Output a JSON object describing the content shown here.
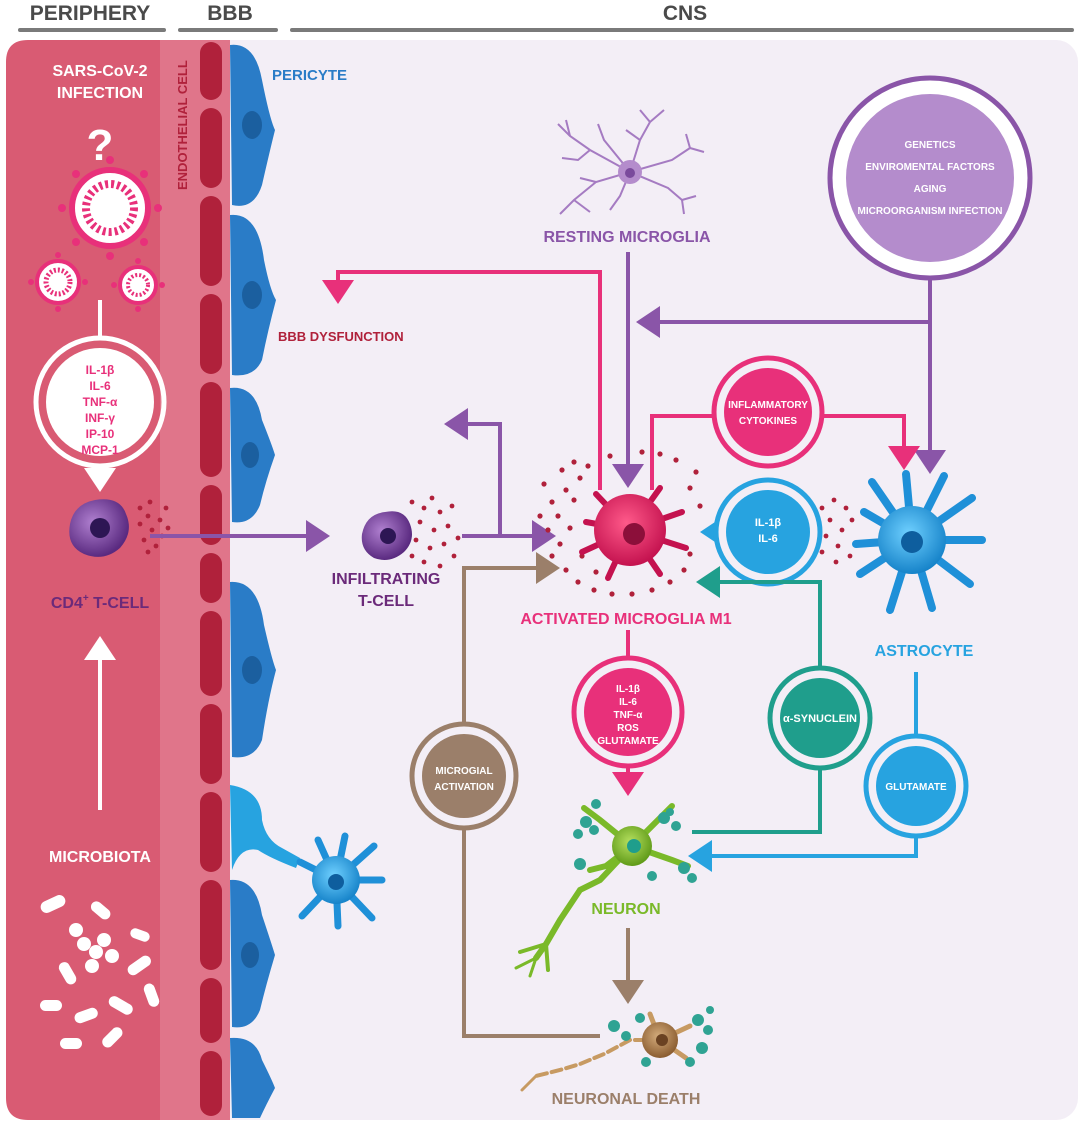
{
  "headers": {
    "periphery": "PERIPHERY",
    "bbb": "BBB",
    "cns": "CNS"
  },
  "labels": {
    "sars_line1": "SARS-CoV-2",
    "sars_line2": "INFECTION",
    "question_mark": "?",
    "endothelial": "ENDOTHELIAL CELL",
    "pericyte": "PERICYTE",
    "cd4_main": "CD4",
    "cd4_sup": "+",
    "cd4_rest": " T-CELL",
    "microbiota": "MICROBIOTA",
    "infiltrating_line1": "INFILTRATING",
    "infiltrating_line2": "T-CELL",
    "bbb_dysfunction": "BBB DYSFUNCTION",
    "resting_microglia": "RESTING MICROGLIA",
    "activated_microglia": "ACTIVATED MICROGLIA M1",
    "astrocyte": "ASTROCYTE",
    "neuron": "NEURON",
    "neuronal_death": "NEURONAL DEATH"
  },
  "cytokine_list": [
    "IL-1β",
    "IL-6",
    "TNF-α",
    "INF-γ",
    "IP-10",
    "MCP-1"
  ],
  "factors": [
    "GENETICS",
    "ENVIROMENTAL FACTORS",
    "AGING",
    "MICROORGANISM INFECTION"
  ],
  "inflammatory": [
    "INFLAMMATORY",
    "CYTOKINES"
  ],
  "il_astro": [
    "IL-1β",
    "IL-6"
  ],
  "neuro_tox": [
    "IL-1β",
    "IL-6",
    "TNF-α",
    "ROS",
    "GLUTAMATE"
  ],
  "synuclein": "α-SYNUCLEIN",
  "glutamate": "GLUTAMATE",
  "microglial_activation": [
    "MICROGIAL",
    "ACTIVATION"
  ],
  "colors": {
    "periphery_bg": "#d95b73",
    "cns_bg": "#f3eef6",
    "magenta": "#e8307a",
    "purple": "#8a55a8",
    "light_purple": "#b48ccc",
    "blue": "#27a3e0",
    "teal": "#1f9e8c",
    "green": "#7ab929",
    "brown": "#9b7f6a",
    "dark_red": "#b0213b"
  }
}
